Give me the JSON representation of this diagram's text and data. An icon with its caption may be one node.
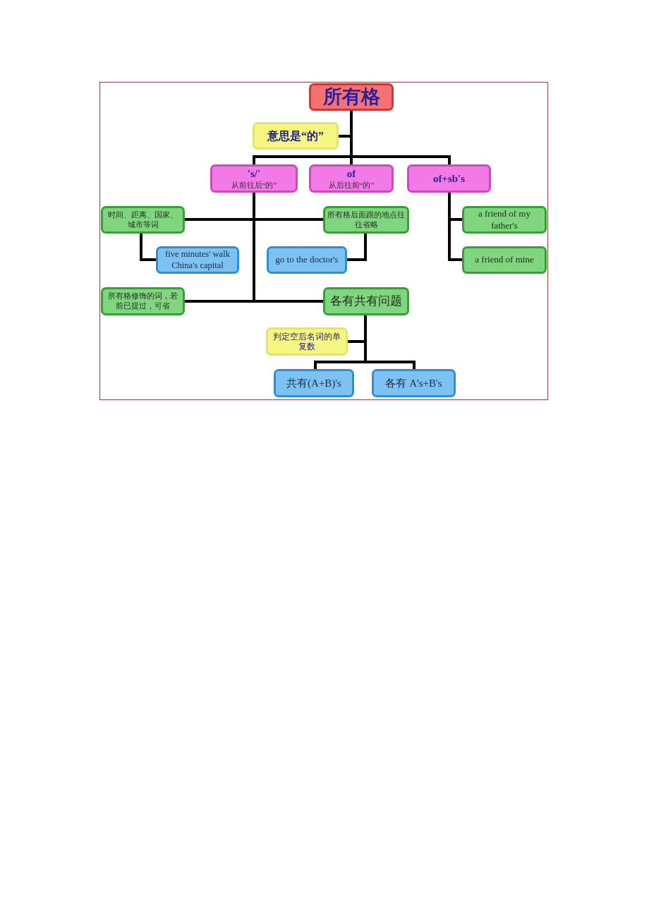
{
  "diagram": {
    "nodes": [
      {
        "text": [
          "所有格"
        ]
      },
      {
        "text": [
          "意思是“的”"
        ]
      },
      {
        "text": [
          "'s/'",
          "从前往后“的”"
        ]
      },
      {
        "text": [
          "of",
          "从后往前“的”"
        ]
      },
      {
        "text": [
          "of+sb's"
        ]
      },
      {
        "text": [
          "时间、距离、国家、城市等词"
        ]
      },
      {
        "text": [
          "所有格后面跟的地点往往省略"
        ]
      },
      {
        "text": [
          "a friend of my father's"
        ]
      },
      {
        "text": [
          "five minutes' walk China's capital"
        ]
      },
      {
        "text": [
          "go to the doctor's"
        ]
      },
      {
        "text": [
          "a friend of mine"
        ]
      },
      {
        "text": [
          "所有格修饰的词，若前已提过，可省"
        ]
      },
      {
        "text": [
          "各有共有问题"
        ]
      },
      {
        "text": [
          "判定空后名词的单复数"
        ]
      },
      {
        "text": [
          "共有(A+B)'s"
        ]
      },
      {
        "text": [
          "各有 A's+B's"
        ]
      }
    ],
    "edges": [
      {
        "from": 0,
        "to": 1,
        "arrow": "none"
      },
      {
        "from": 0,
        "to": 2,
        "arrow": "none"
      },
      {
        "from": 0,
        "to": 3,
        "arrow": "none"
      },
      {
        "from": 0,
        "to": 4,
        "arrow": "none"
      },
      {
        "from": 2,
        "to": 5,
        "arrow": "none"
      },
      {
        "from": 2,
        "to": 6,
        "arrow": "none"
      },
      {
        "from": 4,
        "to": 7,
        "arrow": "none"
      },
      {
        "from": 5,
        "to": 8,
        "arrow": "none"
      },
      {
        "from": 6,
        "to": 9,
        "arrow": "none"
      },
      {
        "from": 4,
        "to": 10,
        "arrow": "none"
      },
      {
        "from": 2,
        "to": 11,
        "arrow": "none"
      },
      {
        "from": 2,
        "to": 12,
        "arrow": "none"
      },
      {
        "from": 12,
        "to": 13,
        "arrow": "none"
      },
      {
        "from": 12,
        "to": 14,
        "arrow": "none"
      },
      {
        "from": 12,
        "to": 15,
        "arrow": "none"
      }
    ]
  }
}
